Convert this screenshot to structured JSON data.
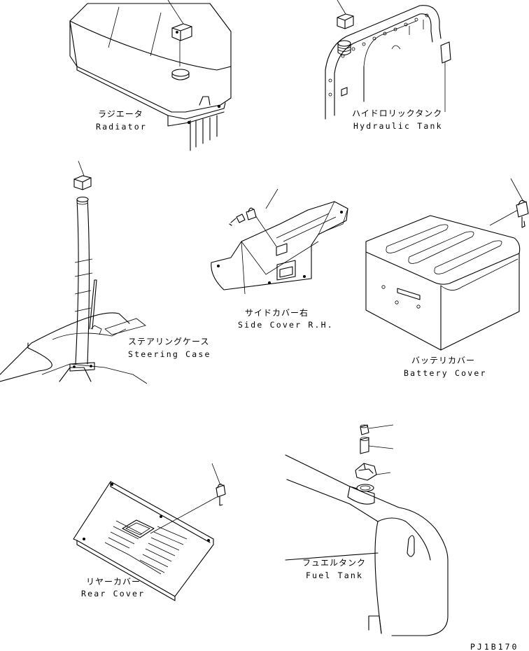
{
  "parts": {
    "radiator": {
      "ja": "ラジエータ",
      "en": "Radiator"
    },
    "hydraulic_tank": {
      "ja": "ハイドロリックタンク",
      "en": "Hydraulic Tank"
    },
    "steering_case": {
      "ja": "ステアリングケース",
      "en": "Steering Case"
    },
    "side_cover_rh": {
      "ja": "サイドカバー右",
      "en": "Side Cover R.H."
    },
    "battery_cover": {
      "ja": "バッテリカバー",
      "en": "Battery Cover"
    },
    "rear_cover": {
      "ja": "リヤーカバー",
      "en": "Rear Cover"
    },
    "fuel_tank": {
      "ja": "フュエルタンク",
      "en": "Fuel Tank"
    }
  },
  "drawing_code": "PJ1B170"
}
